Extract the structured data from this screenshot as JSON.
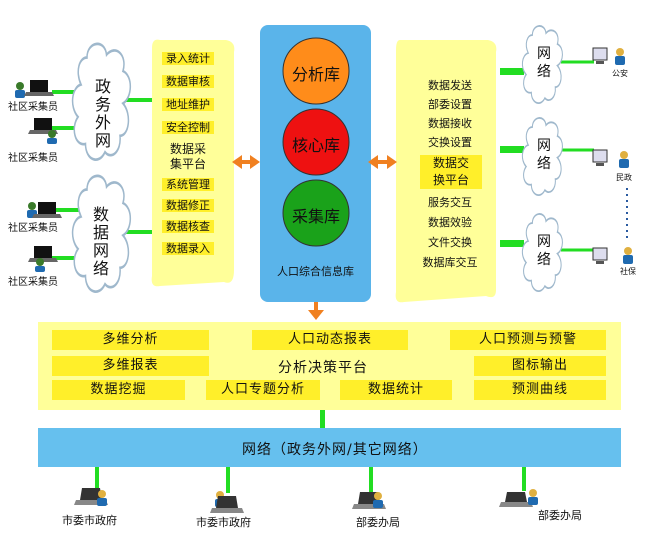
{
  "left": {
    "cloud_top": "政\n务\n外\n网",
    "cloud_bottom": "数\n据\n网\n络",
    "collectors": [
      "社区采集员",
      "社区采集员",
      "社区采集员",
      "社区采集员"
    ]
  },
  "collection_panel": {
    "top_items": [
      "录入统计",
      "数据审核",
      "地址维护",
      "安全控制"
    ],
    "title": "数据采\n集平台",
    "bottom_items": [
      "系统管理",
      "数据修正",
      "数据核查",
      "数据录入"
    ]
  },
  "database_column": {
    "circles": [
      "分析库",
      "核心库",
      "采集库"
    ],
    "caption": "人口综合信息库"
  },
  "exchange_panel": {
    "top_items": [
      "数据发送",
      "部委设置",
      "数据接收",
      "交换设置"
    ],
    "title": "数据交\n换平台",
    "bottom_items": [
      "服务交互",
      "数据效验",
      "文件交换",
      "数据库交互"
    ]
  },
  "right": {
    "clouds": [
      "网\n络",
      "网\n络",
      "网\n络"
    ],
    "agencies": [
      "公安",
      "民政",
      "社保"
    ]
  },
  "analysis_platform": {
    "title": "分析决策平台",
    "items": [
      "多维分析",
      "人口动态报表",
      "人口预测与预警",
      "多维报表",
      "图标输出",
      "数据挖掘",
      "人口专题分析",
      "数据统计",
      "预测曲线"
    ]
  },
  "network_bar": {
    "label": "网络（政务外网/其它网络）"
  },
  "bottom_nodes": [
    "市委市政府",
    "市委市政府",
    "部委办局",
    "部委办局"
  ],
  "colors": {
    "green": "#22dd22",
    "yellow": "#ffff99",
    "highlight": "#ffef2a",
    "blue_column": "#5ab4ea",
    "orange": "#f08020",
    "network_bar": "#66c0ee"
  }
}
